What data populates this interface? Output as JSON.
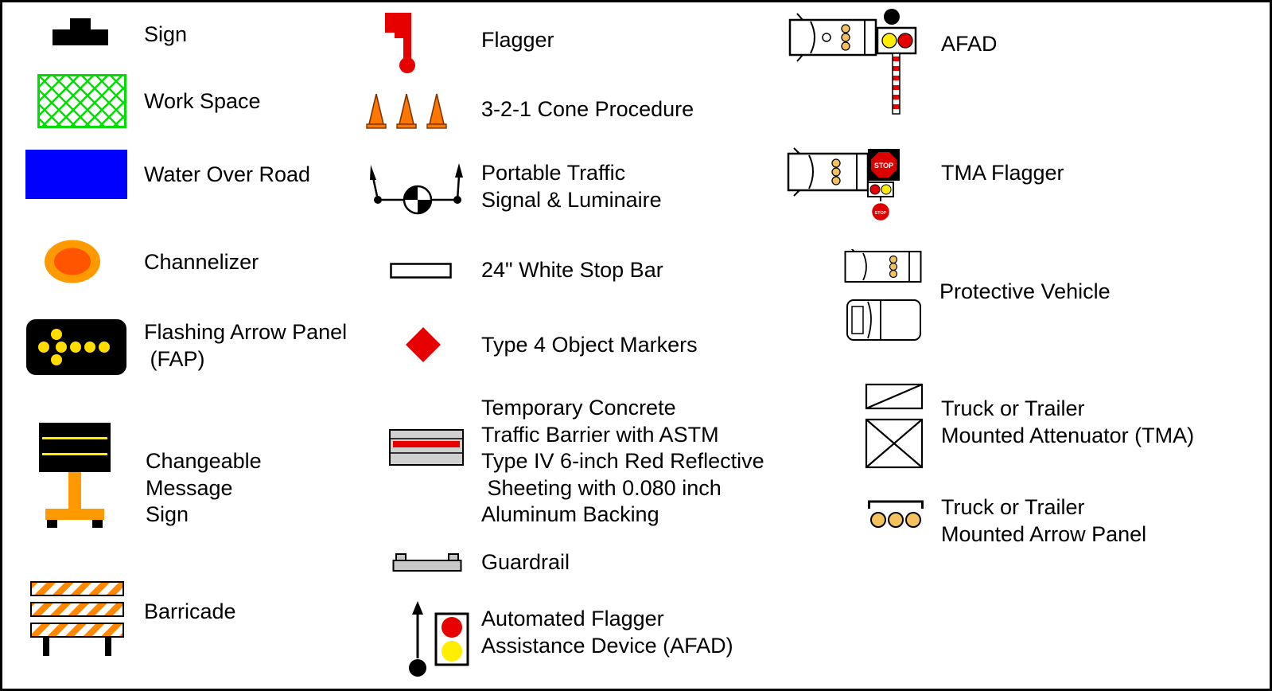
{
  "colors": {
    "work_space_green": "#00dd00",
    "water_blue": "#0000ff",
    "channelizer_orange": "#ff9900",
    "channelizer_core": "#ff5500",
    "arrow_panel_yellow": "#ffdd00",
    "cone_orange": "#ff7700",
    "stripe_orange": "#ff8800",
    "red": "#e60000",
    "amber": "#f3c25f",
    "gray": "#cccccc",
    "black": "#000000"
  },
  "legend": {
    "column1": [
      {
        "icon": "sign-icon",
        "label": "Sign"
      },
      {
        "icon": "work-space-icon",
        "label": "Work Space"
      },
      {
        "icon": "water-over-road-icon",
        "label": "Water Over Road"
      },
      {
        "icon": "channelizer-icon",
        "label": "Channelizer"
      },
      {
        "icon": "flashing-arrow-panel-icon",
        "label": "Flashing Arrow Panel\n (FAP)"
      },
      {
        "icon": "changeable-message-sign-icon",
        "label": "Changeable\nMessage\nSign"
      },
      {
        "icon": "barricade-icon",
        "label": "Barricade"
      }
    ],
    "column2": [
      {
        "icon": "flagger-icon",
        "label": "Flagger"
      },
      {
        "icon": "cone-procedure-icon",
        "label": "3-2-1 Cone Procedure"
      },
      {
        "icon": "portable-traffic-signal-icon",
        "label": "Portable Traffic\nSignal & Luminaire"
      },
      {
        "icon": "stop-bar-icon",
        "label": "24\" White Stop Bar"
      },
      {
        "icon": "object-marker-icon",
        "label": "Type 4 Object Markers"
      },
      {
        "icon": "concrete-barrier-icon",
        "label": "Temporary Concrete\nTraffic Barrier with ASTM\nType IV 6-inch Red Reflective\n Sheeting with 0.080 inch\nAluminum Backing"
      },
      {
        "icon": "guardrail-icon",
        "label": "Guardrail"
      },
      {
        "icon": "afad-symbol-icon",
        "label": "Automated Flagger\nAssistance Device (AFAD)"
      }
    ],
    "column3": [
      {
        "icon": "afad-truck-icon",
        "label": "AFAD"
      },
      {
        "icon": "tma-flagger-icon",
        "label": "TMA Flagger",
        "sign_text": "STOP"
      },
      {
        "icon": "protective-vehicle-icon",
        "label": "Protective Vehicle"
      },
      {
        "icon": "tma-attenuator-icon",
        "label": "Truck or Trailer\nMounted Attenuator (TMA)"
      },
      {
        "icon": "arrow-panel-truck-icon",
        "label": "Truck or Trailer\nMounted Arrow Panel"
      }
    ]
  }
}
